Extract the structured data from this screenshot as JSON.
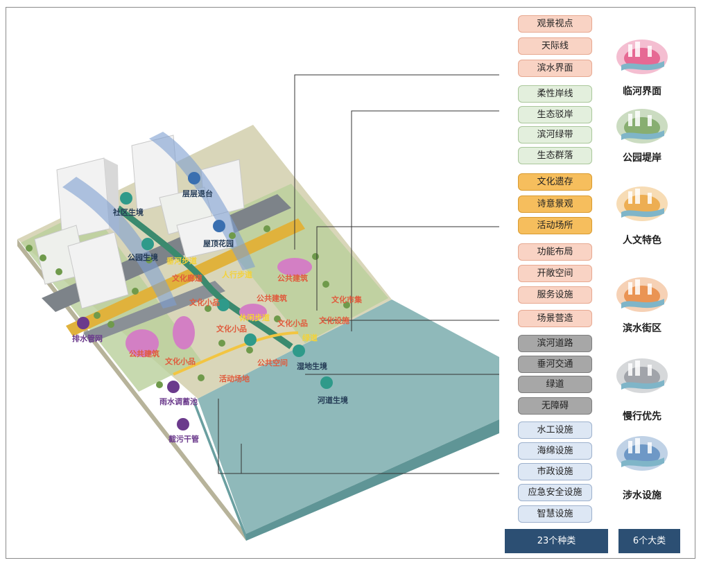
{
  "tags": [
    {
      "label": "观景视点",
      "group": "g-red"
    },
    {
      "label": "天际线",
      "group": "g-red"
    },
    {
      "label": "滨水界面",
      "group": "g-red"
    },
    {
      "label": "柔性岸线",
      "group": "g-green"
    },
    {
      "label": "生态驳岸",
      "group": "g-green"
    },
    {
      "label": "滨河绿带",
      "group": "g-green"
    },
    {
      "label": "生态群落",
      "group": "g-green"
    },
    {
      "label": "文化遗存",
      "group": "g-orange"
    },
    {
      "label": "诗意景观",
      "group": "g-orange"
    },
    {
      "label": "活动场所",
      "group": "g-orange"
    },
    {
      "label": "功能布局",
      "group": "g-peach"
    },
    {
      "label": "开敞空间",
      "group": "g-peach"
    },
    {
      "label": "服务设施",
      "group": "g-peach"
    },
    {
      "label": "场景营造",
      "group": "g-peach"
    },
    {
      "label": "滨河道路",
      "group": "g-gray"
    },
    {
      "label": "垂河交通",
      "group": "g-gray"
    },
    {
      "label": "绿道",
      "group": "g-gray"
    },
    {
      "label": "无障碍",
      "group": "g-gray"
    },
    {
      "label": "水工设施",
      "group": "g-blue"
    },
    {
      "label": "海绵设施",
      "group": "g-blue"
    },
    {
      "label": "市政设施",
      "group": "g-blue"
    },
    {
      "label": "应急安全设施",
      "group": "g-blue"
    },
    {
      "label": "智慧设施",
      "group": "g-blue"
    }
  ],
  "categories": [
    {
      "label": "临河界面",
      "icon": "riverside-interface-icon",
      "color": "#e0457a"
    },
    {
      "label": "公园堤岸",
      "icon": "park-embankment-icon",
      "color": "#6b9a4e"
    },
    {
      "label": "人文特色",
      "icon": "cultural-feature-icon",
      "color": "#e89a2a"
    },
    {
      "label": "滨水街区",
      "icon": "waterfront-block-icon",
      "color": "#e57b2b"
    },
    {
      "label": "慢行优先",
      "icon": "slow-traffic-icon",
      "color": "#8a8f96"
    },
    {
      "label": "涉水设施",
      "icon": "water-facility-icon",
      "color": "#4b7fb8"
    }
  ],
  "summary": {
    "types": "23个种类",
    "classes": "6个大类"
  },
  "map_labels": {
    "community_habitat": "社区生境",
    "terrace_setback": "层层退台",
    "roof_garden": "屋顶花园",
    "park_habitat": "公园生境",
    "vertical_steps": "垂河步道",
    "culture_corridor": "文化廊道",
    "pedestrian_path": "人行步道",
    "public_building_1": "公共建筑",
    "public_building_2": "公共建筑",
    "public_building_3": "公共建筑",
    "culture_small_1": "文化小品",
    "culture_small_2": "文化小品",
    "culture_small_3": "文化小品",
    "culture_small_4": "文化小品",
    "leisure_path": "休闲步道",
    "culture_market": "文化市集",
    "culture_facility": "文化设施",
    "greenway": "绿道",
    "drainage_network": "排水管网",
    "public_space": "公共空间",
    "wetland_habitat": "湿地生境",
    "activity_venue": "活动场地",
    "rain_storage": "雨水调蓄池",
    "river_habitat": "河道生境",
    "sewage_main": "截污干管"
  },
  "colors": {
    "water": "#8fb9ba",
    "water_side": "#5f9596",
    "ground": "#d9d6b9",
    "road": "#7d8389",
    "building": "#f2f2f2",
    "plaza": "#d37fc4",
    "label_red": "#e05a3c",
    "label_yellow": "#f3d23a",
    "label_dark": "#243b55",
    "label_purple": "#6b3a8c"
  }
}
